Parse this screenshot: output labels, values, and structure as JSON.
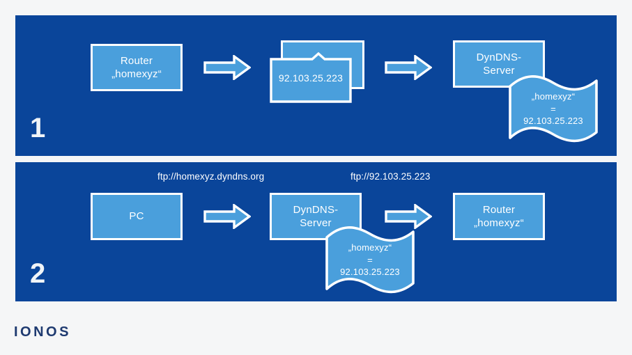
{
  "diagram": {
    "title": "DynDNS principle",
    "colors": {
      "page_background": "#f5f6f7",
      "panel_background": "#0a459a",
      "node_fill": "#4a9fdc",
      "outline": "#ffffff",
      "text": "#ffffff",
      "logo": "#1e3a70"
    },
    "steps": [
      {
        "number": "1",
        "nodes": [
          {
            "id": "router-left",
            "label": "Router\n„homexyz“"
          },
          {
            "id": "ip-document",
            "label": "92.103.25.223"
          },
          {
            "id": "dyndns-server",
            "label": "DynDNS-\nServer"
          }
        ],
        "banner": {
          "host": "„homexyz“",
          "equals": "=",
          "ip": "92.103.25.223"
        },
        "arrows": [
          "arrow-1-1",
          "arrow-1-2"
        ]
      },
      {
        "number": "2",
        "nodes": [
          {
            "id": "pc",
            "label": "PC"
          },
          {
            "id": "dyndns-server",
            "label": "DynDNS-\nServer"
          },
          {
            "id": "router-right",
            "label": "Router\n„homexyz“"
          }
        ],
        "banner": {
          "host": "„homexyz“",
          "equals": "=",
          "ip": "92.103.25.223"
        },
        "captions": [
          {
            "id": "url-hostname",
            "text": "ftp://homexyz.dyndns.org"
          },
          {
            "id": "url-ip",
            "text": "ftp://92.103.25.223"
          }
        ],
        "arrows": [
          "arrow-2-1",
          "arrow-2-2"
        ]
      }
    ]
  },
  "brand": {
    "logo": "IONOS"
  }
}
